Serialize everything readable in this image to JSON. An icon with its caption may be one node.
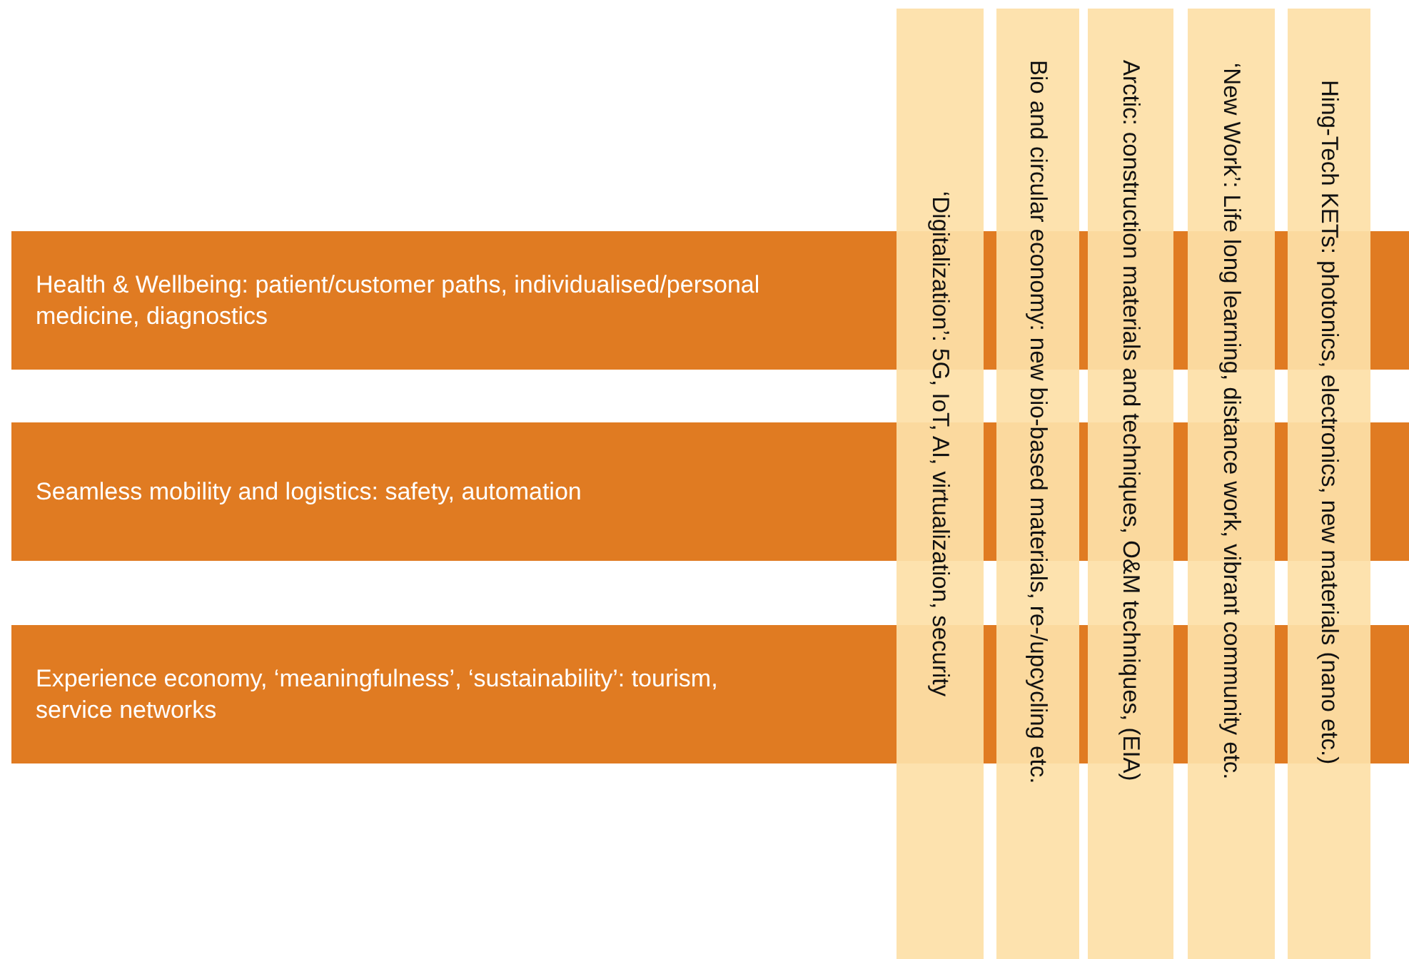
{
  "diagram": {
    "nodes": [
      {
        "text": [
          "Health & Wellbeing: patient/customer paths, individualised/personal medicine, diagnostics"
        ]
      },
      {
        "text": [
          "Seamless mobility and logistics: safety, automation"
        ]
      },
      {
        "text": [
          "Experience economy, ‘meaningfulness’, ‘sustainability’: tourism, service networks"
        ]
      },
      {
        "text": [
          "‘Digitalization’: 5G, IoT, AI, virtualization, security"
        ]
      },
      {
        "text": [
          "Bio and circular economy: new bio-based materials, re-/upcycling etc."
        ]
      },
      {
        "text": [
          "Arctic: construction materials and techniques, O&M techniques, (EIA)"
        ]
      },
      {
        "text": [
          "‘New Work’: Life long learning, distance work, vibrant community etc."
        ]
      },
      {
        "text": [
          "Hing-Tech KETs: photonics, electronics, new materials (nano etc.)"
        ]
      }
    ]
  }
}
